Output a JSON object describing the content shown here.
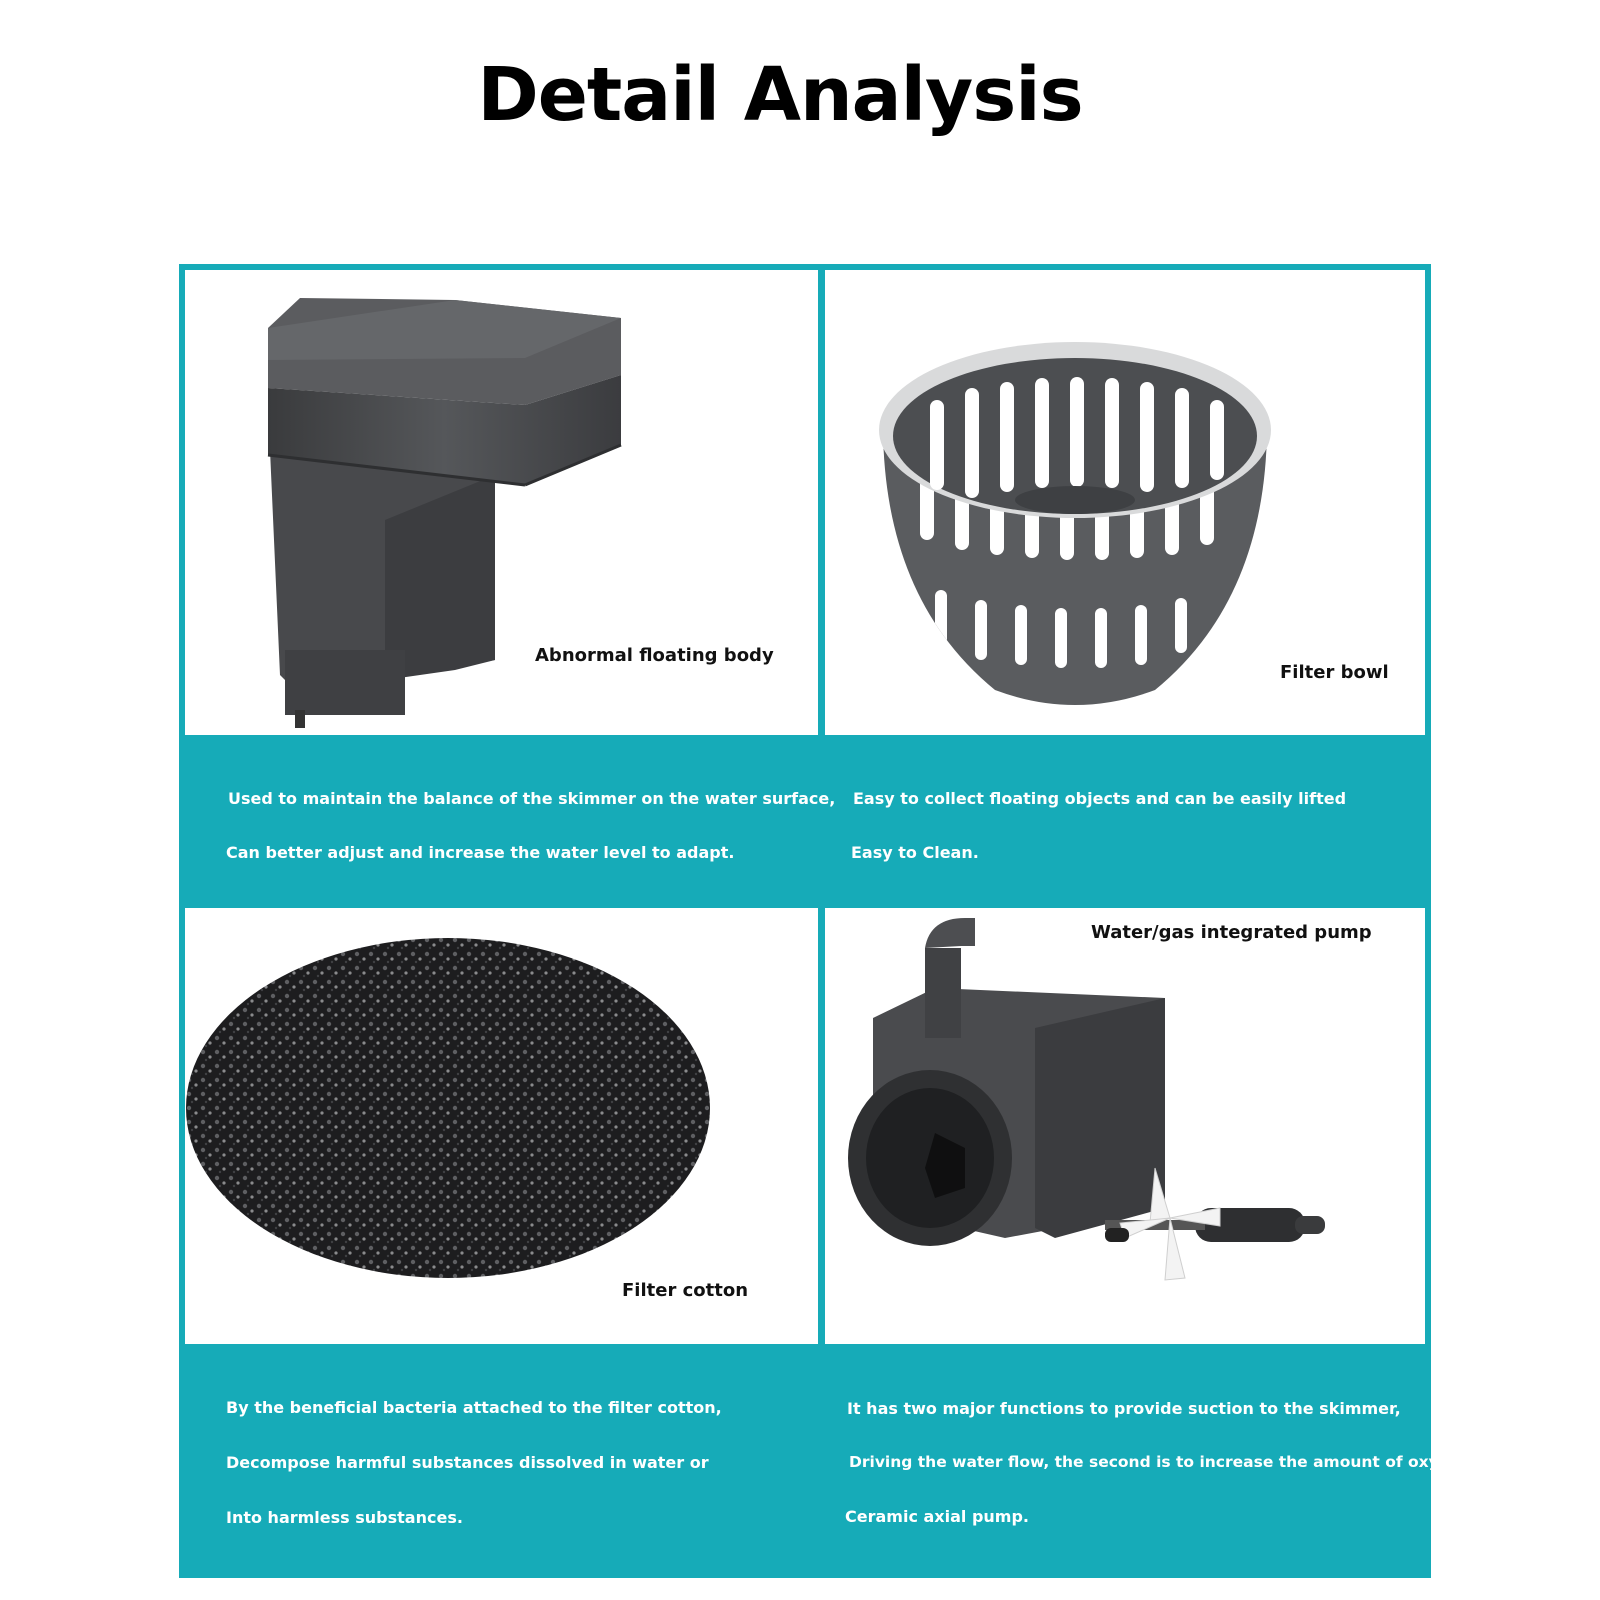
{
  "page_title": "Detail Analysis",
  "accent_color": "#16abb8",
  "panels": [
    {
      "caption": "Abnormal floating body",
      "image_icon": "skimmer-float-body-icon",
      "description": [
        "Used to maintain the balance of the skimmer on the water surface,",
        "Can better adjust and increase the water level to adapt."
      ]
    },
    {
      "caption": "Filter bowl",
      "image_icon": "filter-bowl-icon",
      "description": [
        "Easy to collect floating objects and can be easily lifted",
        "Easy to Clean."
      ]
    },
    {
      "caption": "Filter cotton",
      "image_icon": "filter-sponge-icon",
      "description": [
        "By the beneficial bacteria attached to the filter cotton,",
        "Decompose harmful substances dissolved in water or",
        "Into harmless substances."
      ]
    },
    {
      "caption": "Water/gas integrated pump",
      "image_icon": "water-pump-icon",
      "description": [
        "It has two major functions to provide suction to the skimmer,",
        "Driving the water flow, the second is to increase the amount of oxygen in the water,",
        "Ceramic axial pump."
      ]
    }
  ]
}
